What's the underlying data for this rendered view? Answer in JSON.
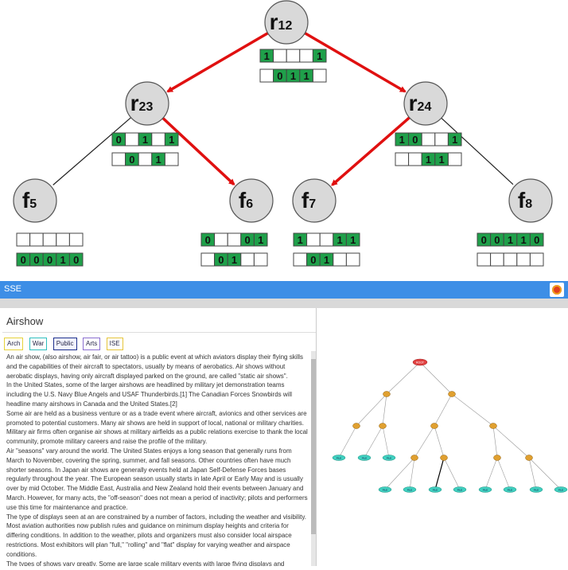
{
  "top_diagram": {
    "nodes": [
      {
        "name": "node-r12",
        "base": "r",
        "sub": "12"
      },
      {
        "name": "node-r23",
        "base": "r",
        "sub": "23"
      },
      {
        "name": "node-r24",
        "base": "r",
        "sub": "24"
      },
      {
        "name": "node-f5",
        "base": "f",
        "sub": "5"
      },
      {
        "name": "node-f6",
        "base": "f",
        "sub": "6"
      },
      {
        "name": "node-f7",
        "base": "f",
        "sub": "7"
      },
      {
        "name": "node-f8",
        "base": "f",
        "sub": "8"
      }
    ],
    "bitvectors": [
      {
        "node": "r12",
        "row": 1,
        "cells": [
          "1",
          "",
          "",
          "",
          "1"
        ]
      },
      {
        "node": "r12",
        "row": 2,
        "cells": [
          "",
          "0",
          "1",
          "1",
          ""
        ]
      },
      {
        "node": "r23",
        "row": 1,
        "cells": [
          "0",
          "",
          "1",
          "",
          "1"
        ]
      },
      {
        "node": "r23",
        "row": 2,
        "cells": [
          "",
          "0",
          "",
          "1",
          ""
        ]
      },
      {
        "node": "r24",
        "row": 1,
        "cells": [
          "1",
          "0",
          "",
          "",
          "1"
        ]
      },
      {
        "node": "r24",
        "row": 2,
        "cells": [
          "",
          "",
          "1",
          "1",
          ""
        ]
      },
      {
        "node": "f5",
        "row": 1,
        "cells": [
          "",
          "",
          "",
          "",
          ""
        ]
      },
      {
        "node": "f5",
        "row": 2,
        "cells": [
          "0",
          "0",
          "0",
          "1",
          "0"
        ]
      },
      {
        "node": "f6",
        "row": 1,
        "cells": [
          "0",
          "",
          "",
          "0",
          "1"
        ]
      },
      {
        "node": "f6",
        "row": 2,
        "cells": [
          "",
          "0",
          "1",
          "",
          ""
        ]
      },
      {
        "node": "f7",
        "row": 1,
        "cells": [
          "1",
          "",
          "",
          "1",
          "1"
        ]
      },
      {
        "node": "f7",
        "row": 2,
        "cells": [
          "",
          "0",
          "1",
          "",
          ""
        ]
      },
      {
        "node": "f8",
        "row": 1,
        "cells": [
          "0",
          "0",
          "1",
          "1",
          "0"
        ]
      },
      {
        "node": "f8",
        "row": 2,
        "cells": [
          "",
          "",
          "",
          "",
          ""
        ]
      }
    ],
    "colors": {
      "filled": "#1fa04a",
      "empty": "#ffffff",
      "red_edge": "#e01010",
      "black_edge": "#222222",
      "node_fill": "#d9d9d9"
    }
  },
  "window": {
    "title": "SSE",
    "icon": "app-logo-icon",
    "bar_color": "#3d8ee6"
  },
  "document": {
    "title": "Airshow",
    "tags": [
      "Arch",
      "War",
      "Public",
      "Arts",
      "ISE"
    ],
    "paragraphs": [
      "An air show, (also airshow, air fair, or air tattoo) is a public event at which aviators display their flying skills and the capabilities of their aircraft to spectators, usually by means of aerobatics. Air shows without aerobatic displays, having only aircraft displayed parked on the ground, are called \"static air shows\".",
      "In the United States, some of the larger airshows are headlined by military jet demonstration teams including the U.S. Navy Blue Angels and USAF Thunderbirds.[1] The Canadian Forces Snowbirds will headline many airshows in Canada and the United States.[2]",
      "Some air are held as a business venture or as a trade event where aircraft, avionics and other services are promoted to potential customers. Many air shows are held in support of local, national or military charities. Military air firms often organise air shows at military airfields as a public relations exercise to thank the local community, promote military careers and raise the profile of the military.",
      "Air \"seasons\" vary around the world. The United States enjoys a long season that generally runs from March to November, covering the spring, summer, and fall seasons. Other countries often have much shorter seasons. In Japan air shows are generally events held at Japan Self-Defense Forces bases regularly throughout the year. The European season usually starts in late April or Early May and is usually over by mid October. The Middle East, Australia and New Zealand hold their events between January and March. However, for many acts, the \"off-season\" does not mean a period of inactivity; pilots and performers use this time for maintenance and practice.",
      "The type of displays seen at an are constrained by a number of factors, including the weather and visibility. Most aviation authorities now publish rules and guidance on minimum display heights and criteria for differing conditions. In addition to the weather, pilots and organizers must also consider local airspace restrictions. Most exhibitors will plan \"full,\" \"rolling\" and \"flat\" display for varying weather and airspace conditions.",
      "The types of shows vary greatly. Some are large scale military events with large flying displays and"
    ]
  },
  "tree_graph": {
    "root_label": "ROOT",
    "leaf_label": "FILE",
    "colors": {
      "root": "#e04040",
      "internal": "#e0a030",
      "leaf": "#40d0c0",
      "edge": "#999999",
      "highlight_edge": "#000000"
    }
  }
}
